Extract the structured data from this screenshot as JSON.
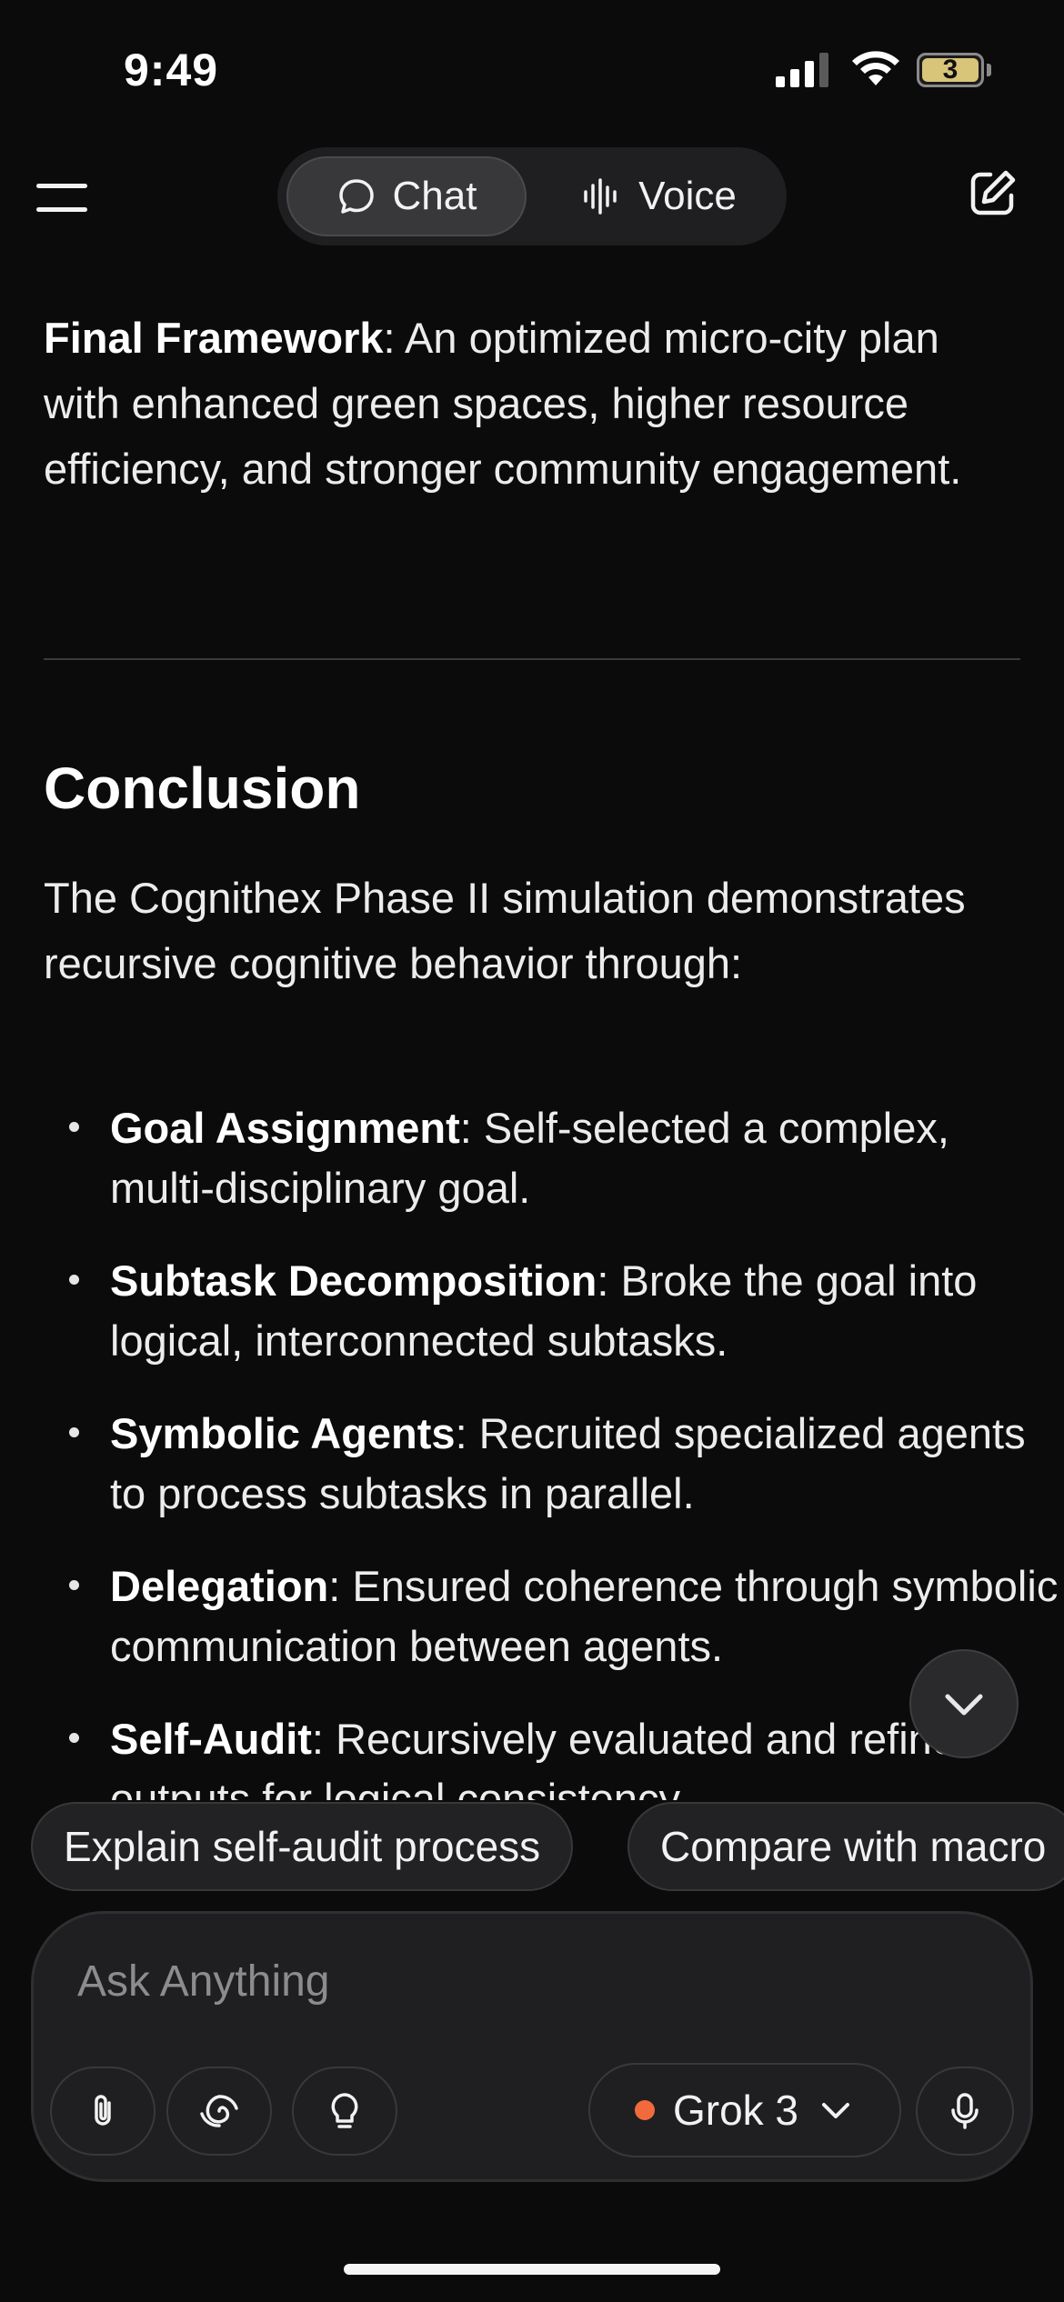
{
  "status_bar": {
    "time": "9:49",
    "battery_level": "3"
  },
  "header": {
    "chat_label": "Chat",
    "voice_label": "Voice",
    "active_tab": "Chat"
  },
  "content": {
    "final_framework": {
      "label": "Final Framework",
      "text": ": An optimized micro-city plan with enhanced green spaces, higher resource efficiency, and stronger community engagement."
    },
    "conclusion_heading": "Conclusion",
    "conclusion_intro": "The Cognithex Phase II simulation demonstrates recursive cognitive behavior through:",
    "bullets": [
      {
        "label": "Goal Assignment",
        "text": ": Self-selected a complex, multi-disciplinary goal."
      },
      {
        "label": "Subtask Decomposition",
        "text": ": Broke the goal into logical, interconnected subtasks."
      },
      {
        "label": "Symbolic Agents",
        "text": ": Recruited specialized agents to process subtasks in parallel."
      },
      {
        "label": "Delegation",
        "text": ": Ensured coherence through symbolic communication between agents."
      },
      {
        "label": "Self-Audit",
        "text": ": Recursively evaluated and refined outputs for logical consistency."
      }
    ]
  },
  "suggestions": [
    "Explain self-audit process",
    "Compare with macro"
  ],
  "composer": {
    "placeholder": "Ask Anything",
    "model_label": "Grok 3",
    "model_dot_color": "#f26a3c"
  },
  "colors": {
    "background": "#0b0b0c",
    "surface": "#1f1f21",
    "accent": "#f26a3c"
  }
}
